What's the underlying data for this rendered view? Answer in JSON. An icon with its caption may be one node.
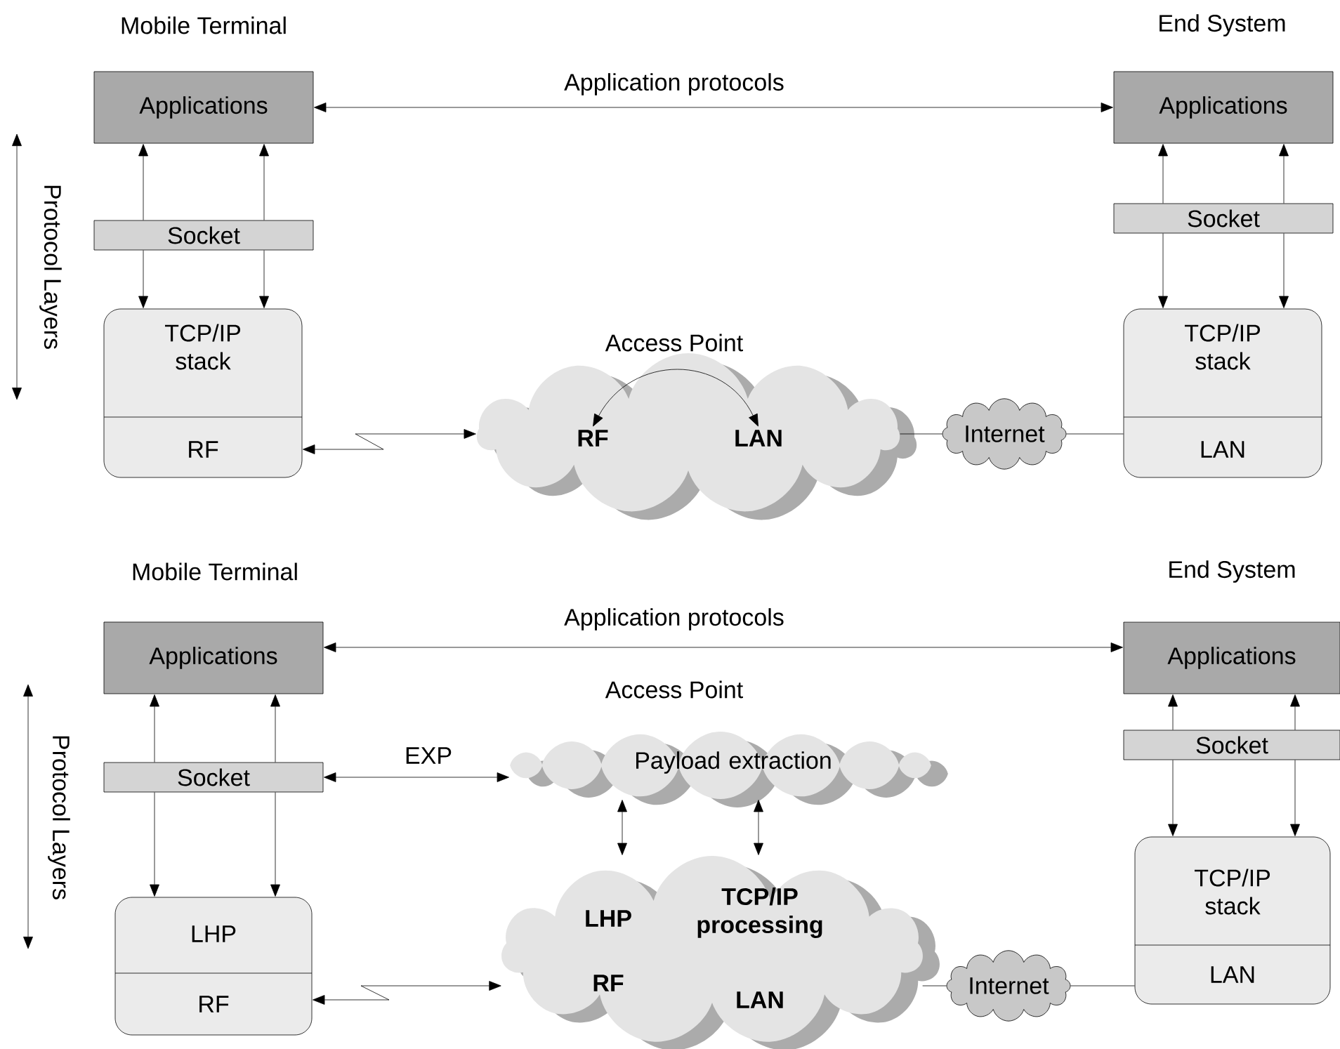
{
  "diagram": {
    "nodes": [
      {
        "text": [
          "Applications"
        ]
      },
      {
        "text": [
          "Socket"
        ]
      },
      {
        "text": [
          "TCP/IP stack",
          "RF"
        ]
      },
      {
        "text": [],
        "shape": "cloud"
      },
      {
        "text": [
          "RF"
        ],
        "in": 3
      },
      {
        "text": [
          "LAN"
        ],
        "in": 3
      },
      {
        "text": [
          "Internet"
        ]
      },
      {
        "text": [
          "Applications"
        ]
      },
      {
        "text": [
          "Socket"
        ]
      },
      {
        "text": [
          "TCP/IP stack",
          "LAN"
        ]
      },
      {
        "text": [
          "Applications"
        ]
      },
      {
        "text": [
          "Socket"
        ]
      },
      {
        "text": [
          "LHP",
          "RF"
        ]
      },
      {
        "text": [
          "Payload extraction"
        ]
      },
      {
        "text": [
          "LHP",
          "TCP/IP processing",
          "RF",
          "LAN"
        ]
      },
      {
        "text": [
          "Internet"
        ]
      },
      {
        "text": [
          "Applications"
        ]
      },
      {
        "text": [
          "Socket"
        ]
      },
      {
        "text": [
          "TCP/IP stack",
          "LAN"
        ]
      }
    ],
    "edges": [
      {
        "from": 0,
        "to": 7,
        "arrow": "both",
        "label": "Application protocols"
      },
      {
        "from": 1,
        "to": 0,
        "arrow": "to"
      },
      {
        "from": 1,
        "to": 2,
        "arrow": "to"
      },
      {
        "from": 1,
        "to": 0,
        "arrow": "to"
      },
      {
        "from": 1,
        "to": 2,
        "arrow": "to"
      },
      {
        "from": 2,
        "to": 3,
        "arrow": "both"
      },
      {
        "from": 4,
        "to": 5,
        "arrow": "both"
      },
      {
        "from": 3,
        "to": 6,
        "arrow": "none"
      },
      {
        "from": 6,
        "to": 9,
        "arrow": "none"
      },
      {
        "from": 8,
        "to": 7,
        "arrow": "to"
      },
      {
        "from": 8,
        "to": 9,
        "arrow": "to"
      },
      {
        "from": 8,
        "to": 7,
        "arrow": "to"
      },
      {
        "from": 8,
        "to": 9,
        "arrow": "to"
      },
      {
        "from": 10,
        "to": 16,
        "arrow": "both",
        "label": "Application protocols"
      },
      {
        "from": 11,
        "to": 10,
        "arrow": "to"
      },
      {
        "from": 11,
        "to": 12,
        "arrow": "to"
      },
      {
        "from": 11,
        "to": 10,
        "arrow": "to"
      },
      {
        "from": 11,
        "to": 12,
        "arrow": "to"
      },
      {
        "from": 11,
        "to": 13,
        "arrow": "both",
        "label": "EXP"
      },
      {
        "from": 12,
        "to": 14,
        "arrow": "both"
      },
      {
        "from": 13,
        "to": 14,
        "arrow": "both"
      },
      {
        "from": 13,
        "to": 14,
        "arrow": "both"
      },
      {
        "from": 14,
        "to": 15,
        "arrow": "none"
      },
      {
        "from": 15,
        "to": 18,
        "arrow": "none"
      },
      {
        "from": 17,
        "to": 16,
        "arrow": "to"
      },
      {
        "from": 17,
        "to": 18,
        "arrow": "to"
      },
      {
        "from": 17,
        "to": 16,
        "arrow": "to"
      },
      {
        "from": 17,
        "to": 18,
        "arrow": "to"
      }
    ],
    "labels": [
      "Mobile Terminal",
      "End System",
      "Protocol Layers",
      "Access Point",
      "Mobile Terminal",
      "End System",
      "Protocol Layers",
      "Access Point"
    ]
  }
}
